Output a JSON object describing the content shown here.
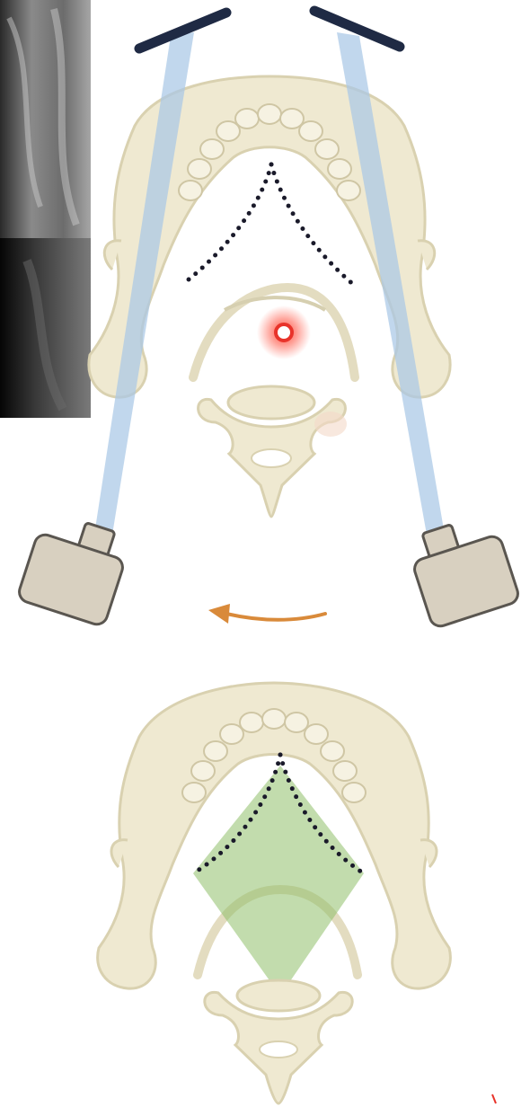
{
  "colors": {
    "background": "#ffffff",
    "bone_fill": "#efe9d1",
    "bone_stroke": "#d9d1b0",
    "tooth_fill": "#f6f2e2",
    "detector": "#1f2a44",
    "beam": "#a9c8e6",
    "tube_fill": "#d8d0c0",
    "tube_stroke": "#5a5650",
    "focal_point": "#e8332a",
    "arrow": "#d98a3a",
    "dotted_line": "#1a1a2a",
    "image_layer": "#8fc06a",
    "xray_dark": "#111111",
    "xray_light": "#9a9a9a"
  },
  "icons": {
    "xray_thumbnail": "radiograph-thumbnail",
    "rotation_arrow": "curved-arrow-left",
    "focal_marker": "red-glow-dot"
  }
}
